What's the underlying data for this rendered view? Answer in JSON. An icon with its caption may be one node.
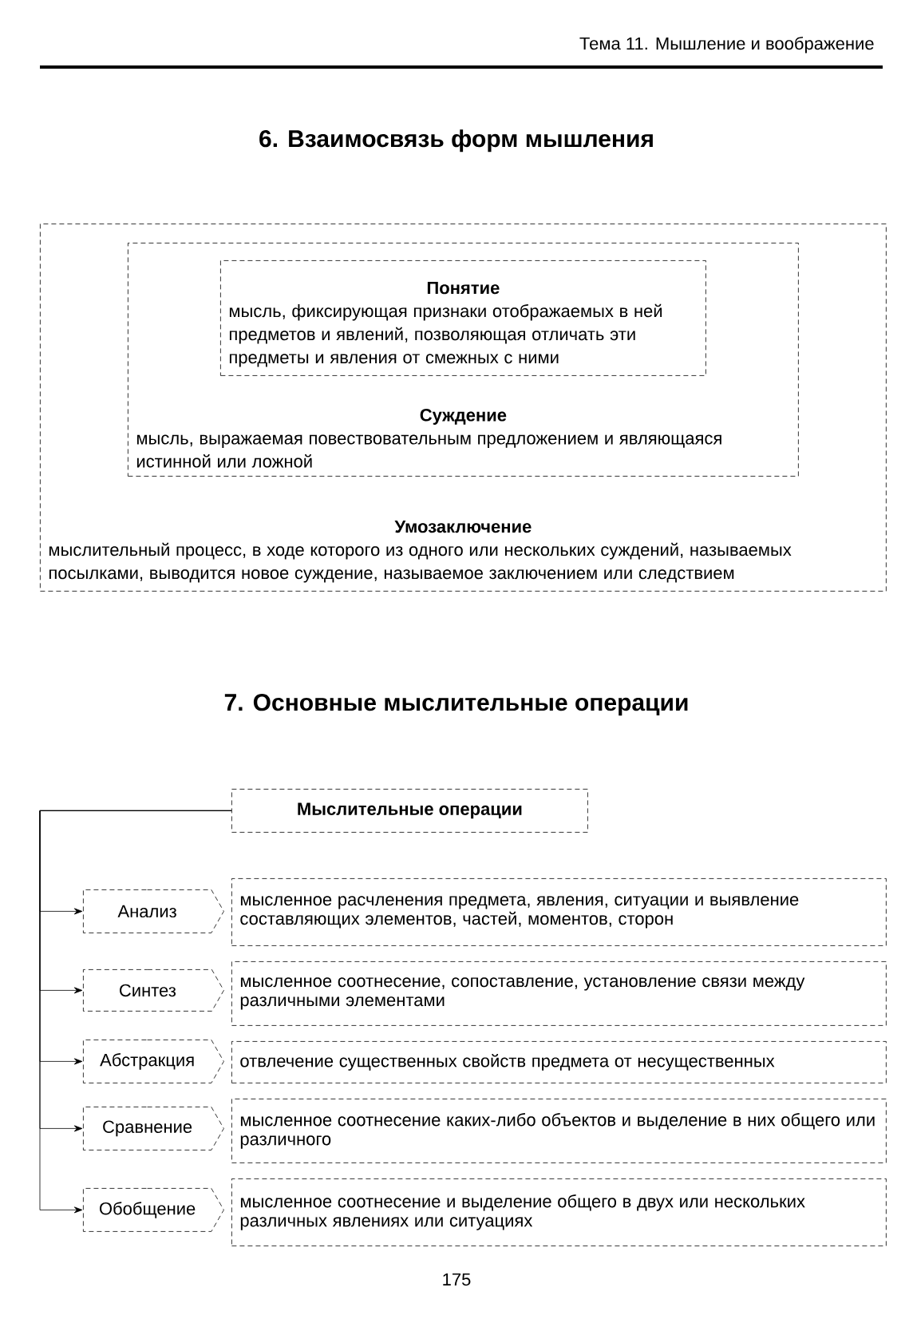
{
  "diagram": {
    "title": "6. Взаимосвязь форм мышления",
    "nodes": [
      {
        "text": [
          "Умозаключение",
          "мыслительный процесс, в ходе которого из одного или нескольких суждений, называемых посылками, выводится новое суждение, называемое заключением или следствием"
        ]
      },
      {
        "text": [
          "Суждение",
          "мысль, выражаемая повествовательным предложением и являющаяся истинной или ложной"
        ],
        "in": 0
      },
      {
        "text": [
          "Понятие",
          "мысль, фиксирующая признаки отображаемых в ней предметов и явлений, позволяющая отличать эти предметы и явления от смежных с ними"
        ],
        "in": 1
      },
      {
        "text": [
          "Мыслительные операции"
        ]
      },
      {
        "text": [
          "Анализ"
        ]
      },
      {
        "text": [
          "мысленное расчленения предмета, явления, ситуации и выявление составляющих элементов, частей, моментов, сторон"
        ]
      },
      {
        "text": [
          "Синтез"
        ]
      },
      {
        "text": [
          "мысленное соотнесение, сопоставление, установление связи между различными элементами"
        ]
      },
      {
        "text": [
          "Абстракция"
        ]
      },
      {
        "text": [
          "отвлечение существенных свойств предмета от несущественных"
        ]
      },
      {
        "text": [
          "Сравнение"
        ]
      },
      {
        "text": [
          "мысленное соотнесение каких-либо объектов и выделение в них общего или различного"
        ]
      },
      {
        "text": [
          "Обобщение"
        ]
      },
      {
        "text": [
          "мысленное соотнесение и выделение общего в двух или нескольких различных явлениях или ситуациях"
        ]
      }
    ],
    "edges": [
      {
        "from": 3,
        "to": 4,
        "arrow": "to"
      },
      {
        "from": 3,
        "to": 6,
        "arrow": "to"
      },
      {
        "from": 3,
        "to": 8,
        "arrow": "to"
      },
      {
        "from": 3,
        "to": 10,
        "arrow": "to"
      },
      {
        "from": 3,
        "to": 12,
        "arrow": "to"
      }
    ],
    "labels": [
      "Тема 11. Мышление и воображение",
      "7. Основные мыслительные операции",
      "175"
    ]
  }
}
